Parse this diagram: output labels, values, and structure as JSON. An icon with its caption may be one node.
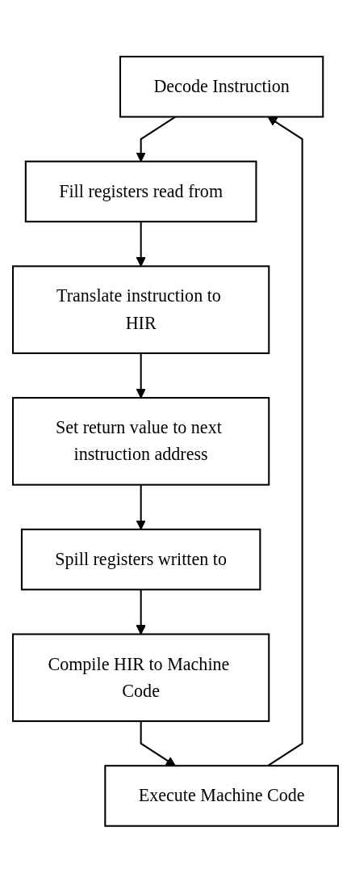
{
  "diagram": {
    "nodes": [
      {
        "text": [
          "Decode Instruction"
        ]
      },
      {
        "text": [
          "Fill registers read from"
        ]
      },
      {
        "text": [
          "Translate instruction to HIR"
        ]
      },
      {
        "text": [
          "Set return value to next instruction address"
        ]
      },
      {
        "text": [
          "Spill registers written to"
        ]
      },
      {
        "text": [
          "Compile HIR to Machine Code"
        ]
      },
      {
        "text": [
          "Execute Machine Code"
        ]
      }
    ],
    "edges": [
      {
        "from": 0,
        "to": 1,
        "arrow": "to"
      },
      {
        "from": 1,
        "to": 2,
        "arrow": "to"
      },
      {
        "from": 2,
        "to": 3,
        "arrow": "to"
      },
      {
        "from": 3,
        "to": 4,
        "arrow": "to"
      },
      {
        "from": 4,
        "to": 5,
        "arrow": "to"
      },
      {
        "from": 5,
        "to": 6,
        "arrow": "to"
      },
      {
        "from": 6,
        "to": 0,
        "arrow": "to"
      }
    ]
  }
}
